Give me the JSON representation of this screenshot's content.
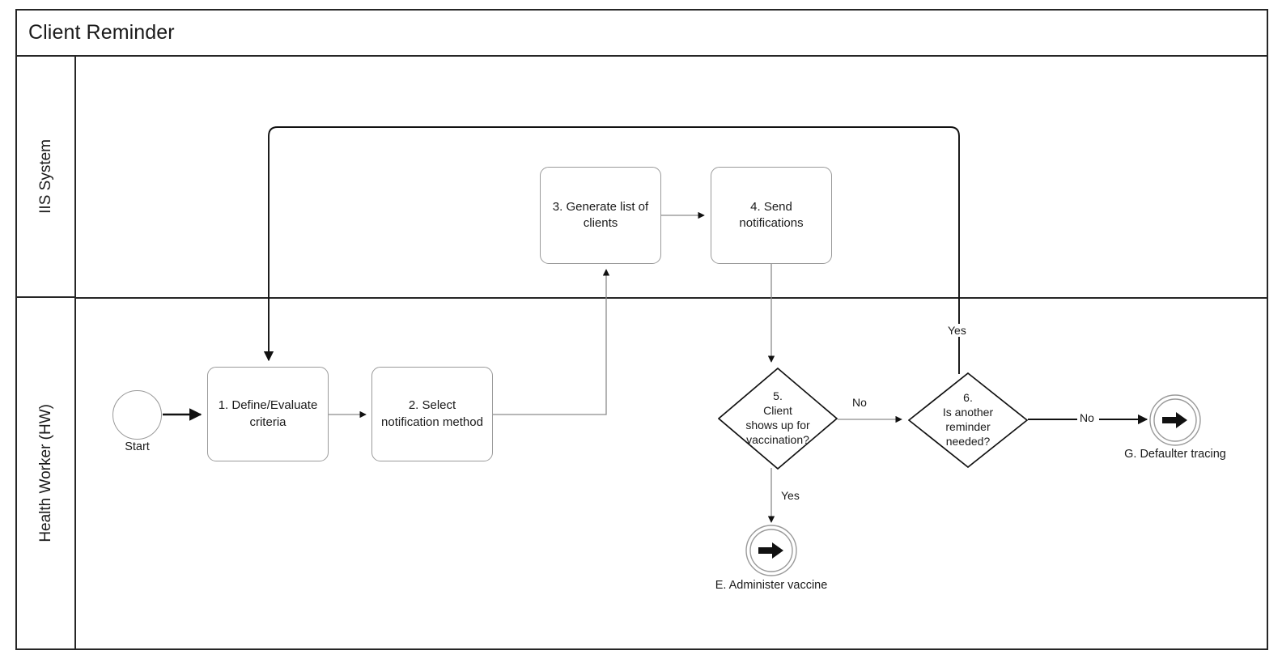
{
  "pool": {
    "title": "Client Reminder",
    "lanes": [
      {
        "id": "iis",
        "label": "IIS System"
      },
      {
        "id": "hw",
        "label": "Health Worker (HW)"
      }
    ]
  },
  "events": {
    "start": {
      "label": "Start",
      "type": "start-event"
    },
    "end_administer": {
      "label": "E. Administer vaccine",
      "type": "link-throw-event"
    },
    "end_defaulter": {
      "label": "G. Defaulter tracing",
      "type": "link-throw-event"
    }
  },
  "tasks": [
    {
      "id": "t1",
      "lane": "hw",
      "text": "1. Define/Evaluate criteria"
    },
    {
      "id": "t2",
      "lane": "hw",
      "text": "2. Select notification method"
    },
    {
      "id": "t3",
      "lane": "iis",
      "text": "3. Generate list of clients"
    },
    {
      "id": "t4",
      "lane": "iis",
      "text": "4. Send notifications"
    }
  ],
  "gateways": [
    {
      "id": "g5",
      "lane": "hw",
      "lines": [
        "5.",
        "Client",
        "shows up for",
        "vaccination?"
      ]
    },
    {
      "id": "g6",
      "lane": "hw",
      "lines": [
        "6.",
        "Is another",
        "reminder",
        "needed?"
      ]
    }
  ],
  "flow_labels": {
    "g5_no": "No",
    "g5_yes": "Yes",
    "g6_no": "No",
    "g6_yes": "Yes"
  },
  "colors": {
    "frame": "#262626",
    "task_border": "#9a9a9a",
    "connector": "#6e6e6e",
    "connector_dark": "#1a1a1a",
    "text": "#1a1a1a",
    "background": "#ffffff"
  }
}
